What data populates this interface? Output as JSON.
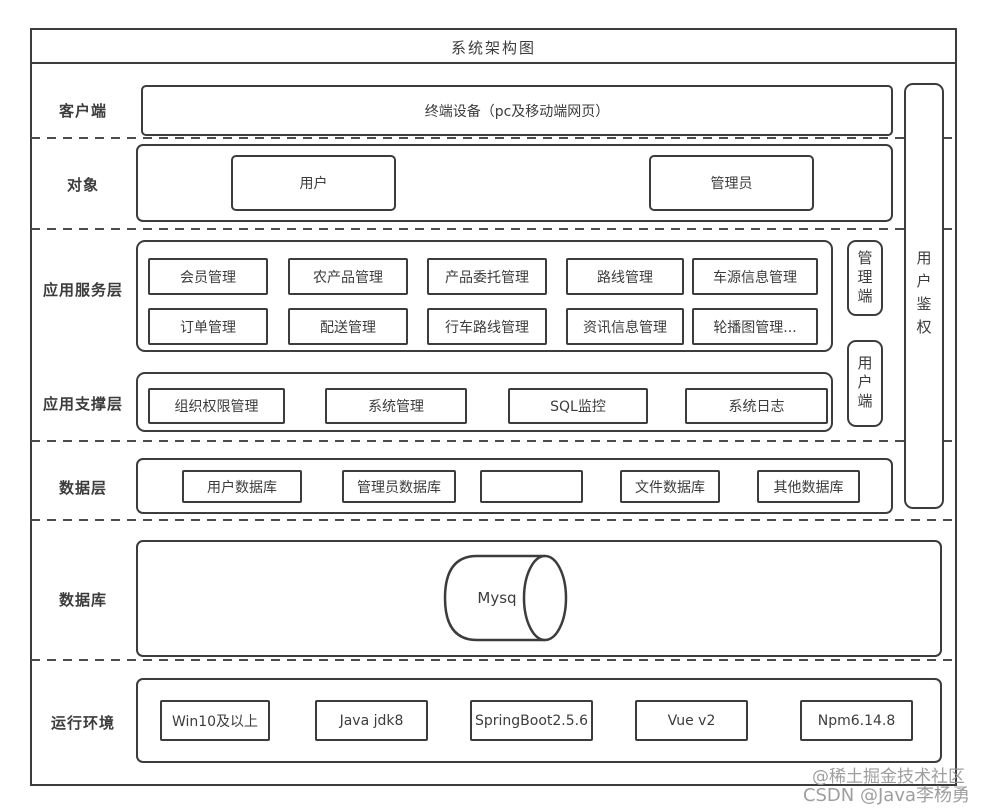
{
  "title": "系统架构图",
  "colors": {
    "line": "#3c3c3c",
    "text": "#3c3c3c",
    "background": "#ffffff",
    "watermark": "#949494"
  },
  "rows": {
    "client": {
      "label": "客户端",
      "device_box": "终端设备（pc及移动端网页）"
    },
    "objects": {
      "label": "对象",
      "items": [
        "用户",
        "管理员"
      ]
    },
    "app_service": {
      "label": "应用服务层",
      "row1": [
        "会员管理",
        "农产品管理",
        "产品委托管理",
        "路线管理",
        "车源信息管理"
      ],
      "row2": [
        "订单管理",
        "配送管理",
        "行车路线管理",
        "资讯信息管理",
        "轮播图管理..."
      ]
    },
    "app_support": {
      "label": "应用支撑层",
      "items": [
        "组织权限管理",
        "系统管理",
        "SQL监控",
        "系统日志"
      ]
    },
    "data_layer": {
      "label": "数据层",
      "items": [
        "用户数据库",
        "管理员数据库",
        "",
        "文件数据库",
        "其他数据库"
      ]
    },
    "database": {
      "label": "数据库",
      "db_name": "Mysq"
    },
    "runtime": {
      "label": "运行环境",
      "items": [
        "Win10及以上",
        "Java jdk8",
        "SpringBoot2.5.6",
        "Vue v2",
        "Npm6.14.8"
      ]
    }
  },
  "side": {
    "admin_side": "管理端",
    "user_side": "用户端",
    "auth": "用户鉴权"
  },
  "watermark": {
    "line1": "@稀土掘金技术社区",
    "line2": "CSDN @Java李杨勇"
  }
}
